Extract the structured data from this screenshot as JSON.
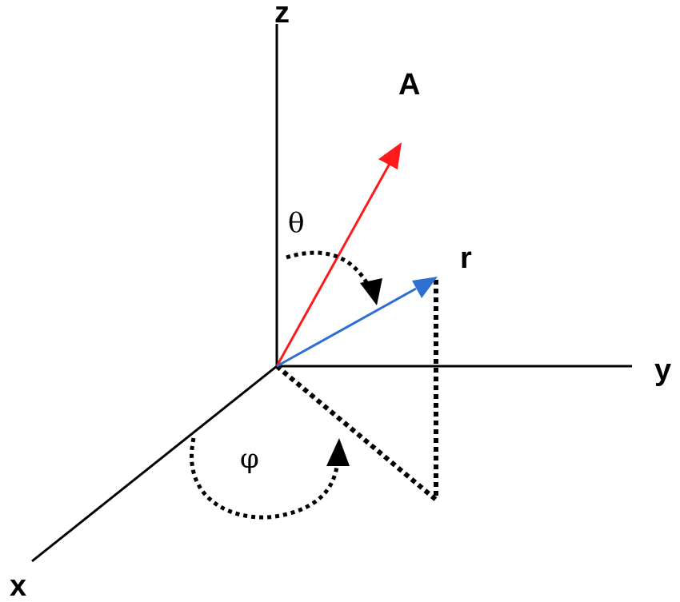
{
  "labels": {
    "z_axis": "z",
    "y_axis": "y",
    "x_axis": "x",
    "vector_a": "A",
    "vector_r": "r",
    "theta": "θ",
    "phi": "φ"
  },
  "colors": {
    "axes": "#000000",
    "vector_a": "#ff1a1a",
    "vector_r": "#2f6fd1",
    "construction_lines": "#000000"
  }
}
